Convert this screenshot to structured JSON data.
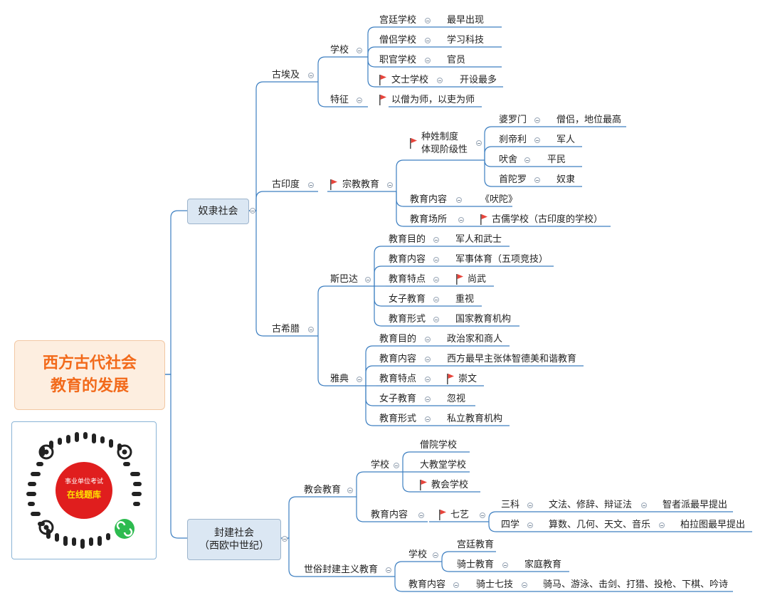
{
  "root": {
    "line1": "西方古代社会",
    "line2": "教育的发展"
  },
  "qr": {
    "line1": "事业单位考试",
    "line2": "在线题库"
  },
  "slave": {
    "label": "奴隶社会",
    "egypt": {
      "label": "古埃及",
      "school": {
        "label": "学校",
        "items": [
          {
            "k": "宫廷学校",
            "v": "最早出现"
          },
          {
            "k": "僧侣学校",
            "v": "学习科技"
          },
          {
            "k": "职官学校",
            "v": "官员"
          },
          {
            "k": "文士学校",
            "v": "开设最多"
          }
        ]
      },
      "feature": {
        "label": "特征",
        "value": "以僧为师，以吏为师"
      }
    },
    "india": {
      "label": "古印度",
      "religion": "宗教教育",
      "caste": {
        "line1": "种姓制度",
        "line2": "体现阶级性",
        "items": [
          {
            "k": "婆罗门",
            "v": "僧侣，地位最高"
          },
          {
            "k": "刹帝利",
            "v": "军人"
          },
          {
            "k": "吠舍",
            "v": "平民"
          },
          {
            "k": "首陀罗",
            "v": "奴隶"
          }
        ]
      },
      "content": {
        "k": "教育内容",
        "v": "《吠陀》"
      },
      "place": {
        "k": "教育场所",
        "v": "古儒学校（古印度的学校）"
      }
    },
    "greece": {
      "label": "古希腊",
      "sparta": {
        "label": "斯巴达",
        "items": [
          {
            "k": "教育目的",
            "v": "军人和武士"
          },
          {
            "k": "教育内容",
            "v": "军事体育（五项竞技）"
          },
          {
            "k": "教育特点",
            "v": "尚武"
          },
          {
            "k": "女子教育",
            "v": "重视"
          },
          {
            "k": "教育形式",
            "v": "国家教育机构"
          }
        ]
      },
      "athens": {
        "label": "雅典",
        "items": [
          {
            "k": "教育目的",
            "v": "政治家和商人"
          },
          {
            "k": "教育内容",
            "v": "西方最早主张体智德美和谐教育"
          },
          {
            "k": "教育特点",
            "v": "崇文"
          },
          {
            "k": "女子教育",
            "v": "忽视"
          },
          {
            "k": "教育形式",
            "v": "私立教育机构"
          }
        ]
      }
    }
  },
  "feudal": {
    "line1": "封建社会",
    "line2": "（西欧中世纪）",
    "church": {
      "label": "教会教育",
      "school": {
        "label": "学校",
        "items": [
          "僧院学校",
          "大教堂学校",
          "教会学校"
        ]
      },
      "content": {
        "label": "教育内容",
        "arts": "七艺",
        "trivium": {
          "k": "三科",
          "v": "文法、修辞、辩证法",
          "note": "智者派最早提出"
        },
        "quadrivium": {
          "k": "四学",
          "v": "算数、几何、天文、音乐",
          "note": "柏拉图最早提出"
        }
      }
    },
    "secular": {
      "label": "世俗封建主义教育",
      "school": {
        "label": "学校",
        "court": "宫廷教育",
        "knight": "骑士教育",
        "home": "家庭教育"
      },
      "content": {
        "label": "教育内容",
        "skills": "骑士七技",
        "list": "骑马、游泳、击剑、打猎、投枪、下棋、吟诗"
      }
    }
  },
  "colors": {
    "root_text": "#f26a1b",
    "root_bg": "#fdeee0",
    "node_bg": "#dbe7f3",
    "line": "#3d7fc1",
    "flag": "#e8453c"
  }
}
